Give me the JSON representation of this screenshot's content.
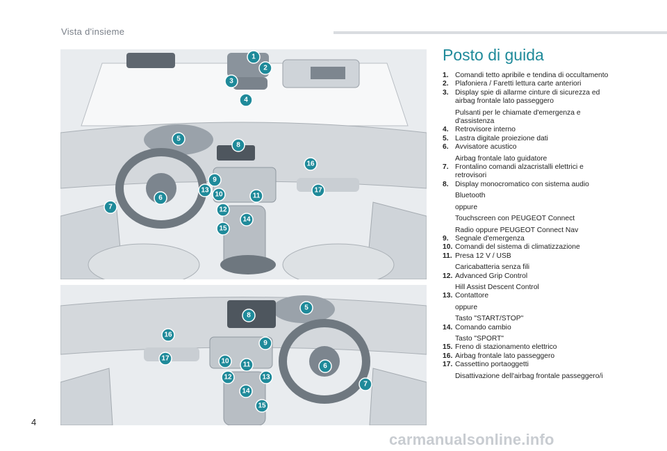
{
  "header": {
    "section": "Vista d'insieme"
  },
  "title": "Posto di guida",
  "legend": [
    {
      "num": "1.",
      "lines": [
        "Comandi tetto apribile e tendina di occultamento"
      ]
    },
    {
      "num": "2.",
      "lines": [
        "Plafoniera / Faretti lettura carte anteriori"
      ]
    },
    {
      "num": "3.",
      "lines": [
        "Display spie di allarme cinture di sicurezza ed airbag frontale lato passeggero",
        "Pulsanti per le chiamate d'emergenza e d'assistenza"
      ]
    },
    {
      "num": "4.",
      "lines": [
        "Retrovisore interno"
      ]
    },
    {
      "num": "5.",
      "lines": [
        "Lastra digitale proiezione dati"
      ]
    },
    {
      "num": "6.",
      "lines": [
        "Avvisatore acustico",
        "Airbag frontale lato guidatore"
      ]
    },
    {
      "num": "7.",
      "lines": [
        "Frontalino comandi alzacristalli elettrici e retrovisori"
      ]
    },
    {
      "num": "8.",
      "lines": [
        "Display monocromatico con sistema audio",
        "Bluetooth",
        "oppure",
        "Touchscreen con PEUGEOT Connect",
        "Radio oppure PEUGEOT Connect Nav"
      ]
    },
    {
      "num": "9.",
      "lines": [
        "Segnale d'emergenza"
      ]
    },
    {
      "num": "10.",
      "lines": [
        "Comandi del sistema di climatizzazione"
      ]
    },
    {
      "num": "11.",
      "lines": [
        "Presa 12 V / USB",
        "Caricabatteria senza fili"
      ]
    },
    {
      "num": "12.",
      "lines": [
        "Advanced Grip Control",
        "Hill Assist Descent Control"
      ]
    },
    {
      "num": "13.",
      "lines": [
        "Contattore",
        "oppure",
        "Tasto \"START/STOP\""
      ]
    },
    {
      "num": "14.",
      "lines": [
        "Comando cambio",
        "Tasto \"SPORT\""
      ]
    },
    {
      "num": "15.",
      "lines": [
        "Freno di stazionamento elettrico"
      ]
    },
    {
      "num": "16.",
      "lines": [
        "Airbag frontale lato passeggero"
      ]
    },
    {
      "num": "17.",
      "lines": [
        "Cassettino portaoggetti",
        "Disattivazione dell'airbag frontale passeggero/i"
      ]
    }
  ],
  "callouts_top": [
    "1",
    "2",
    "3",
    "4",
    "5",
    "8",
    "16",
    "9",
    "13",
    "10",
    "11",
    "17",
    "6",
    "7",
    "12",
    "14",
    "15"
  ],
  "callouts_bottom": [
    "5",
    "8",
    "16",
    "9",
    "17",
    "10",
    "11",
    "6",
    "12",
    "13",
    "14",
    "7",
    "15"
  ],
  "page_number": "4",
  "watermark": "carmanualsonline.info",
  "colors": {
    "accent": "#1f8a9a",
    "rule": "#d9dce0"
  }
}
